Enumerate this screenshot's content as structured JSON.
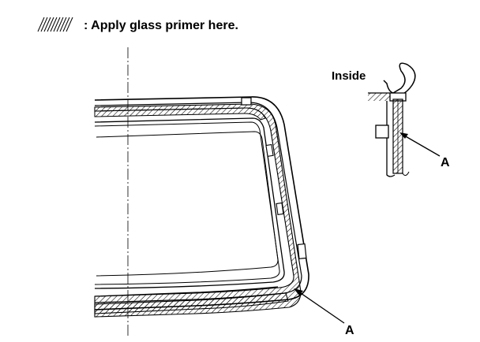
{
  "legend": {
    "text": ": Apply glass primer here."
  },
  "detail": {
    "inside_label": "Inside",
    "callout_label": "A"
  },
  "main_view": {
    "callout_label": "A"
  },
  "colors": {
    "ink": "#000000",
    "background": "#ffffff"
  },
  "icons": {
    "hatch_swatch": "diagonal-hatch-swatch"
  }
}
